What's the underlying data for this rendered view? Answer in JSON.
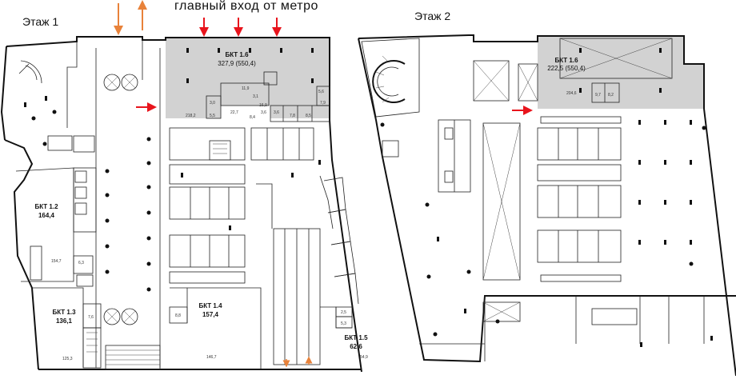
{
  "floors": {
    "floor1_title": "Этаж 1",
    "floor2_title": "Этаж 2"
  },
  "main_entrance": "главный вход от метро",
  "units": {
    "bkt16_f1": {
      "name": "БКТ 1.6",
      "area": "327,9 (550,4)"
    },
    "bkt16_f2": {
      "name": "БКТ 1.6",
      "area": "222,5 (550,4)"
    },
    "bkt12": {
      "name": "БКТ 1.2",
      "area": "164,4"
    },
    "bkt13": {
      "name": "БКТ 1.3",
      "area": "136,1"
    },
    "bkt14": {
      "name": "БКТ 1.4",
      "area": "157,4"
    },
    "bkt15": {
      "name": "БКТ 1.5",
      "area": "62,6"
    }
  },
  "room_areas": {
    "a1": "218,2",
    "a2": "3,0",
    "a3": "5,5",
    "a4": "11,9",
    "a5": "3,1",
    "a6": "22,7",
    "a7": "16,9",
    "a8": "3,6",
    "a9": "3,6",
    "a10": "7,8",
    "a11": "8,5",
    "a12": "7,9",
    "a13": "5,6",
    "a14": "8,4",
    "a15": "154,7",
    "a16": "6,3",
    "a17": "7,6",
    "a18": "125,3",
    "a19": "8,8",
    "a20": "146,7",
    "a21": "2,5",
    "a22": "5,3",
    "a23": "54,9",
    "a24": "204,6",
    "a25": "9,7",
    "a26": "8,2"
  },
  "colors": {
    "arrow_red": "#e8141c",
    "arrow_orange": "#e8823a",
    "unit_fill": "#d2d2d2",
    "wall": "#111111"
  }
}
